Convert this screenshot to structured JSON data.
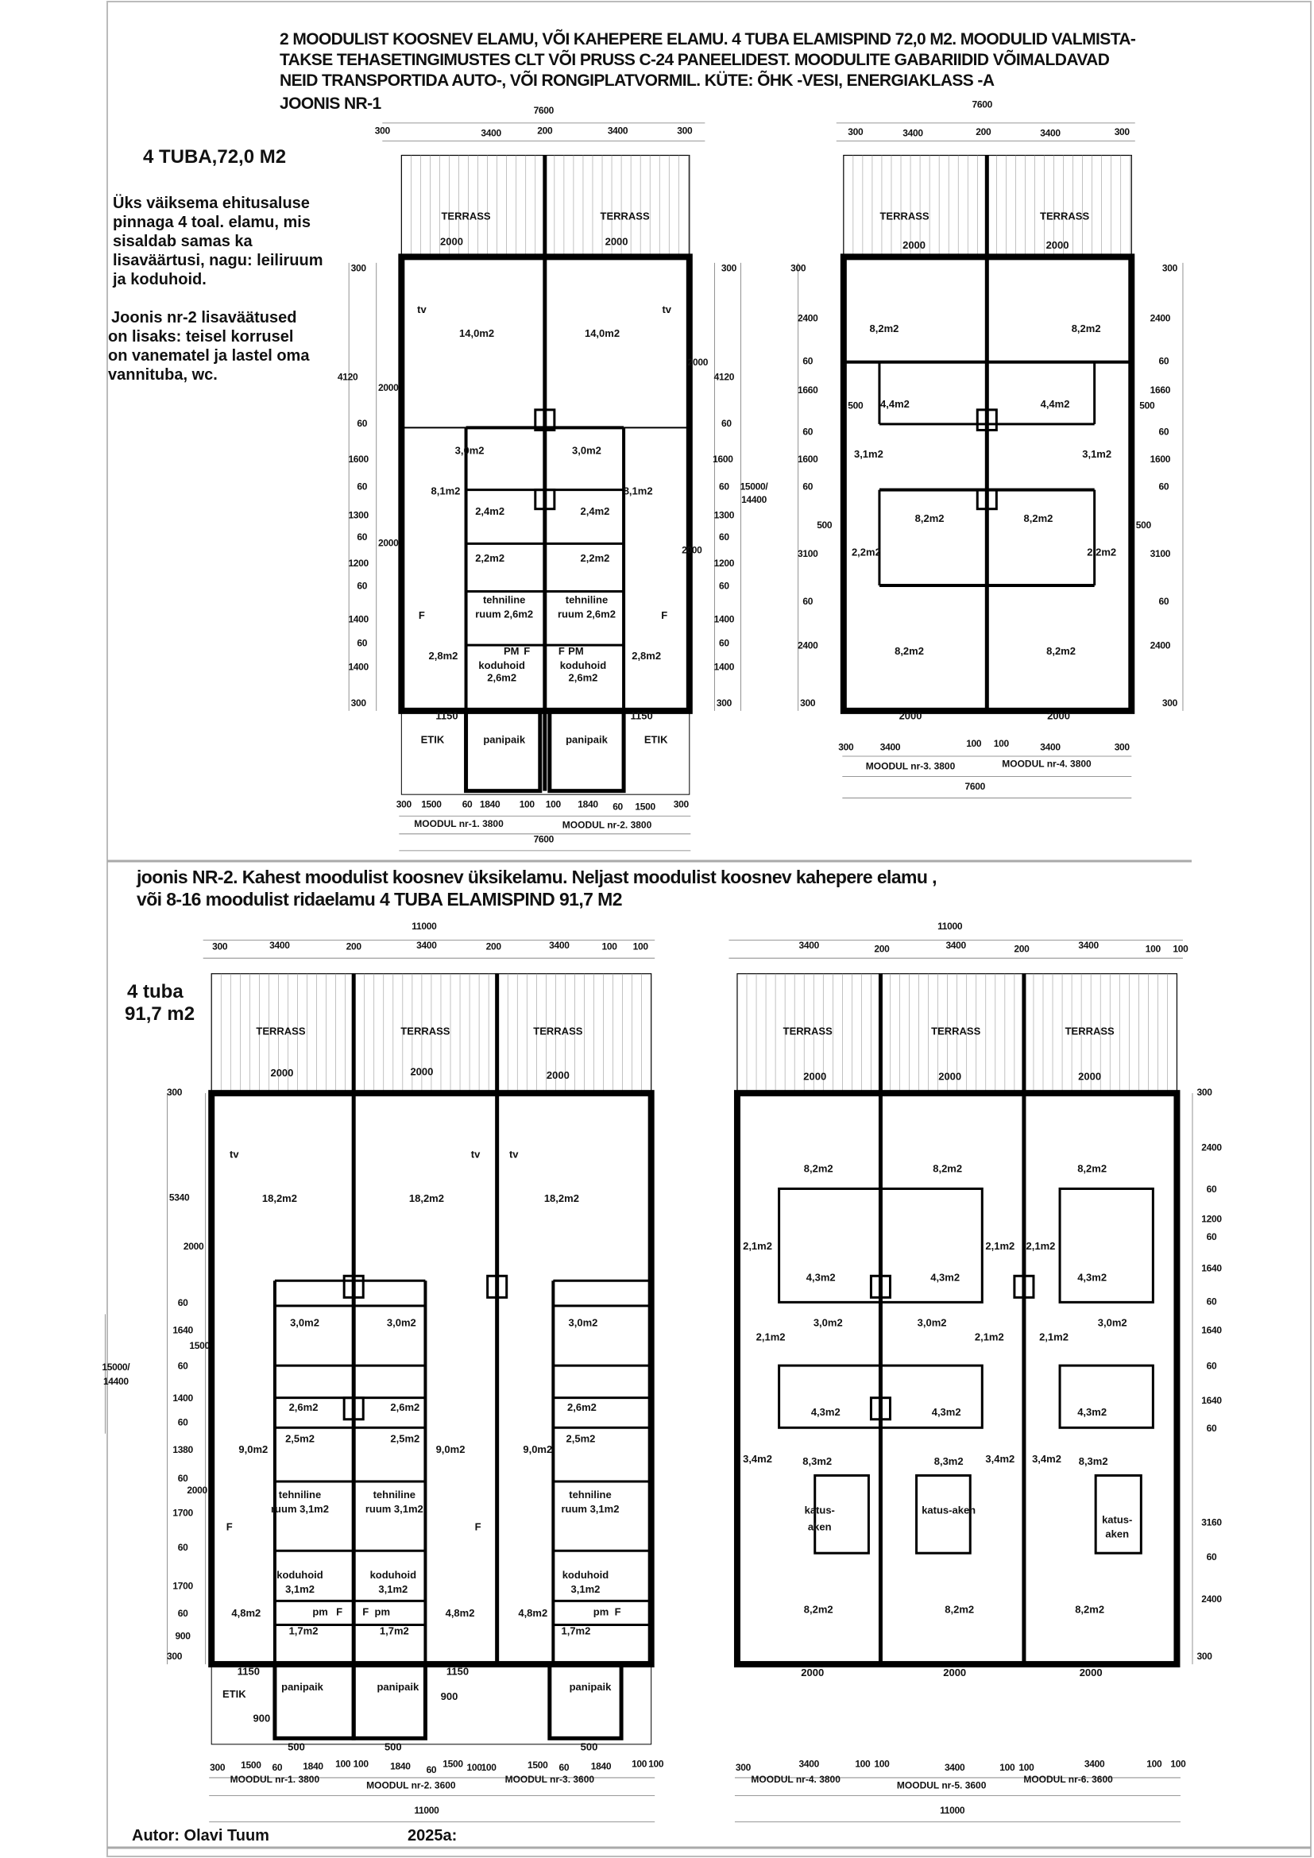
{
  "header": {
    "lines": [
      "2 MOODULIST KOOSNEV ELAMU, VÕI KAHEPERE ELAMU. 4 TUBA ELAMISPIND 72,0 M2. MOODULID VALMISTA-",
      "TAKSE TEHASETINGIMUSTES CLT VÕI PRUSS C-24 PANEELIDEST. MOODULITE  GABARIIDID VÕIMALDAVAD",
      "NEID TRANSPORTIDA AUTO-, VÕI RONGIPLATVORMIL. KÜTE: ÕHK -VESI, ENERGIAKLASS -A"
    ],
    "joonis1": "JOONIS NR-1"
  },
  "side": {
    "title": "4 TUBA,72,0 M2",
    "para1": [
      "Üks väiksema ehitusaluse",
      "pinnaga 4 toal. elamu, mis",
      "sisaldab samas ka",
      "lisaväärtusi, nagu: leiliruum",
      "ja koduhoid."
    ],
    "para2": [
      "Joonis nr-2 lisaväätused",
      "on lisaks: teisel korrusel",
      "on vanematel ja lastel oma",
      "vannituba, wc."
    ]
  },
  "joonis2": {
    "lines": [
      "joonis NR-2. Kahest moodulist koosnev üksikelamu. Neljast moodulist koosnev kahepere elamu ,",
      "või 8-16 moodulist ridaelamu 4 TUBA ELAMISPIND 91,7 M2"
    ],
    "area": [
      "4 tuba",
      "91,7 m2"
    ]
  },
  "plan1": {
    "labels": [
      "TERRASS",
      "TERRASS",
      "2000",
      "2000",
      "14,0m2",
      "14,0m2",
      "tv",
      "tv",
      "3,0m2",
      "3,0m2",
      "8,1m2",
      "8,1m2",
      "2,4m2",
      "2,4m2",
      "2,2m2",
      "2,2m2",
      "tehniline",
      "ruum 2,6m2",
      "tehniline",
      "ruum 2,6m2",
      "koduhoid",
      "2,6m2",
      "koduhoid",
      "2,6m2",
      "2,8m2",
      "2,8m2",
      "F",
      "F",
      "PM",
      "F",
      "F",
      "PM",
      "ETIK",
      "ETIK",
      "panipaik",
      "panipaik",
      "1150",
      "1150"
    ],
    "dims": [
      "7600",
      "300",
      "3400",
      "200",
      "3400",
      "300",
      "300",
      "4120",
      "2000",
      "60",
      "1600",
      "60",
      "1300",
      "60",
      "2000",
      "1200",
      "60",
      "1400",
      "60",
      "1400",
      "300",
      "300",
      "2000",
      "4120",
      "60",
      "1600",
      "60",
      "15000/",
      "14400",
      "1300",
      "60",
      "2000",
      "1200",
      "60",
      "1400",
      "60",
      "1400",
      "300",
      "300",
      "1500",
      "60",
      "1840",
      "100",
      "100",
      "1840",
      "60",
      "1500",
      "300",
      "7600"
    ],
    "modules": [
      "MOODUL nr-1. 3800",
      "MOODUL nr-2.  3800"
    ]
  },
  "plan2": {
    "labels": [
      "TERRASS",
      "TERRASS",
      "2000",
      "2000",
      "8,2m2",
      "8,2m2",
      "4,4m2",
      "4,4m2",
      "3,1m2",
      "3,1m2",
      "8,2m2",
      "8,2m2",
      "2,2m2",
      "2,2m2",
      "8,2m2",
      "8,2m2",
      "2000",
      "2000"
    ],
    "dims": [
      "7600",
      "300",
      "3400",
      "200",
      "3400",
      "300",
      "300",
      "2400",
      "60",
      "1660",
      "500",
      "60",
      "1600",
      "60",
      "500",
      "3100",
      "60",
      "2400",
      "300",
      "300",
      "2400",
      "60",
      "1660",
      "500",
      "60",
      "1600",
      "60",
      "500",
      "3100",
      "60",
      "2400",
      "300",
      "300",
      "3400",
      "100",
      "100",
      "3400",
      "300",
      "7600"
    ],
    "modules": [
      "MOODUL nr-3.  3800",
      "MOODUL nr-4.  3800"
    ]
  },
  "plan3": {
    "labels": [
      "TERRASS",
      "TERRASS",
      "TERRASS",
      "2000",
      "2000",
      "2000",
      "tv",
      "tv",
      "tv",
      "18,2m2",
      "18,2m2",
      "18,2m2",
      "3,0m2",
      "3,0m2",
      "3,0m2",
      "2,6m2",
      "2,6m2",
      "2,6m2",
      "2,5m2",
      "2,5m2",
      "2,5m2",
      "9,0m2",
      "9,0m2",
      "9,0m2",
      "tehniline",
      "ruum 3,1m2",
      "tehniline",
      "ruum 3,1m2",
      "tehniline",
      "ruum 3,1m2",
      "F",
      "F",
      "4,8m2",
      "4,8m2",
      "4,8m2",
      "koduhoid",
      "3,1m2",
      "koduhoid",
      "3,1m2",
      "koduhoid",
      "3,1m2",
      "pm",
      "F",
      "F",
      "pm",
      "pm",
      "F",
      "1,7m2",
      "1,7m2",
      "1,7m2",
      "ETIK",
      "1150",
      "1150",
      "900",
      "900",
      "panipaik",
      "panipaik",
      "panipaik",
      "500",
      "500",
      "500"
    ],
    "dims": [
      "11000",
      "300",
      "3400",
      "200",
      "3400",
      "200",
      "3400",
      "100",
      "100",
      "300",
      "5340",
      "2000",
      "60",
      "1640",
      "1500",
      "60",
      "1400",
      "60",
      "1380",
      "60",
      "2000",
      "1700",
      "60",
      "1700",
      "60",
      "900",
      "300",
      "15000/",
      "14400",
      "300",
      "1500",
      "60",
      "1840",
      "100",
      "100",
      "1840",
      "60",
      "1500",
      "100",
      "100",
      "1500",
      "60",
      "1840",
      "100",
      "100",
      "11000"
    ],
    "modules": [
      "MOODUL nr-1. 3800",
      "MOODUL nr-2.  3600",
      "MOODUL nr-3. 3600"
    ]
  },
  "plan4": {
    "labels": [
      "TERRASS",
      "TERRASS",
      "TERRASS",
      "2000",
      "2000",
      "2000",
      "8,2m2",
      "8,2m2",
      "8,2m2",
      "2,1m2",
      "2,1m2",
      "2,1m2",
      "4,3m2",
      "4,3m2",
      "4,3m2",
      "3,0m2",
      "3,0m2",
      "3,0m2",
      "2,1m2",
      "2,1m2",
      "2,1m2",
      "4,3m2",
      "4,3m2",
      "4,3m2",
      "3,4m2",
      "3,4m2",
      "3,4m2",
      "8,3m2",
      "8,3m2",
      "8,3m2",
      "katus-",
      "aken",
      "katus-aken",
      "katus-",
      "aken",
      "8,2m2",
      "8,2m2",
      "8,2m2",
      "2000",
      "2000",
      "2000"
    ],
    "dims": [
      "11000",
      "3400",
      "200",
      "3400",
      "200",
      "3400",
      "100",
      "100",
      "300",
      "2400",
      "60",
      "1200",
      "60",
      "1640",
      "60",
      "1640",
      "60",
      "1640",
      "60",
      "3160",
      "60",
      "2400",
      "300",
      "300",
      "3400",
      "100",
      "100",
      "3400",
      "100",
      "100",
      "3400",
      "100",
      "100",
      "11000"
    ],
    "modules": [
      "MOODUL nr-4. 3800",
      "MOODUL nr-5.  3600",
      "MOODUL nr-6. 3600"
    ]
  },
  "footer": {
    "author": "Autor:  Olavi  Tuum",
    "year": "2025a:"
  }
}
